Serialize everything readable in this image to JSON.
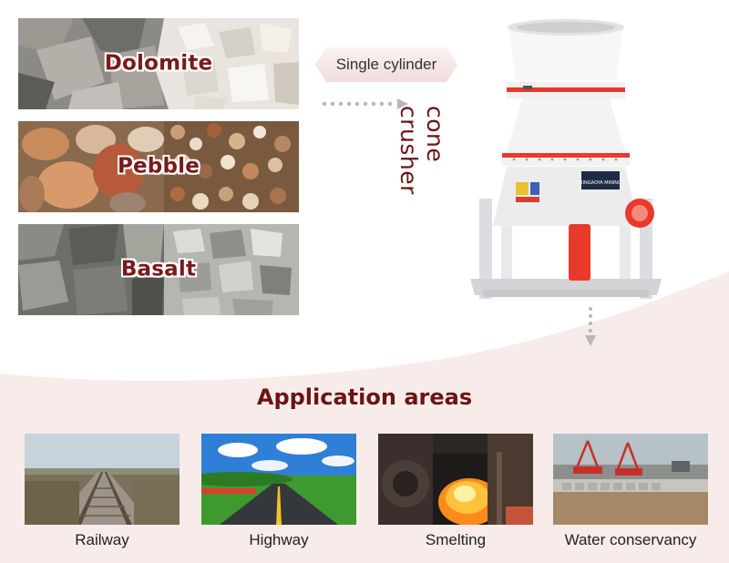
{
  "rocks": [
    {
      "label": "Dolomite"
    },
    {
      "label": "Pebble"
    },
    {
      "label": "Basalt"
    }
  ],
  "tag": {
    "text": "Single cylinder"
  },
  "product": {
    "title": "cone crusher",
    "brand_plate": "XINGAOYA MINING"
  },
  "section": {
    "title": "Application areas"
  },
  "applications": [
    {
      "label": "Railway"
    },
    {
      "label": "Highway"
    },
    {
      "label": "Smelting"
    },
    {
      "label": "Water conservancy"
    }
  ],
  "colors": {
    "accent_red": "#e8392a",
    "title_dark_red": "#6b1414",
    "label_dark_red": "#7a1a1a",
    "wave_pink": "#f7ecea"
  }
}
